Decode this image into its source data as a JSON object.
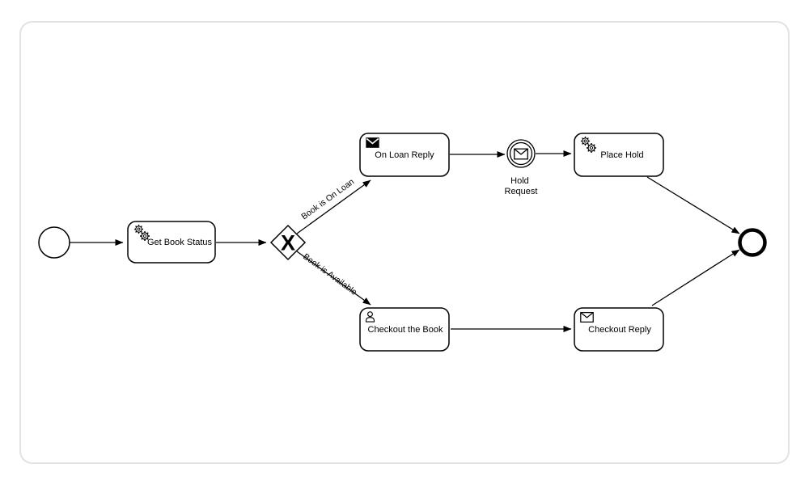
{
  "diagram": {
    "kind": "bpmn-process-diagram",
    "background_color": "#ffffff",
    "frame_border_color": "#e2e2e2",
    "shape_stroke_color": "#000000",
    "nodes": {
      "start_event": {
        "type": "start-event"
      },
      "get_book_status": {
        "label": "Get Book Status",
        "type": "service-task"
      },
      "exclusive_gateway": {
        "marker": "X",
        "type": "exclusive-gateway"
      },
      "on_loan_reply": {
        "label": "On Loan Reply",
        "type": "send-task"
      },
      "hold_request": {
        "label_lines": [
          "Hold",
          "Request"
        ],
        "type": "message-intermediate-catch-event"
      },
      "place_hold": {
        "label": "Place Hold",
        "type": "service-task"
      },
      "checkout_the_book": {
        "label": "Checkout the Book",
        "type": "user-task"
      },
      "checkout_reply": {
        "label": "Checkout Reply",
        "type": "receive-task"
      },
      "end_event": {
        "type": "end-event"
      }
    },
    "flows": {
      "book_is_on_loan": {
        "label": "Book is On Loan"
      },
      "book_is_available": {
        "label": "Book is Available"
      }
    }
  }
}
